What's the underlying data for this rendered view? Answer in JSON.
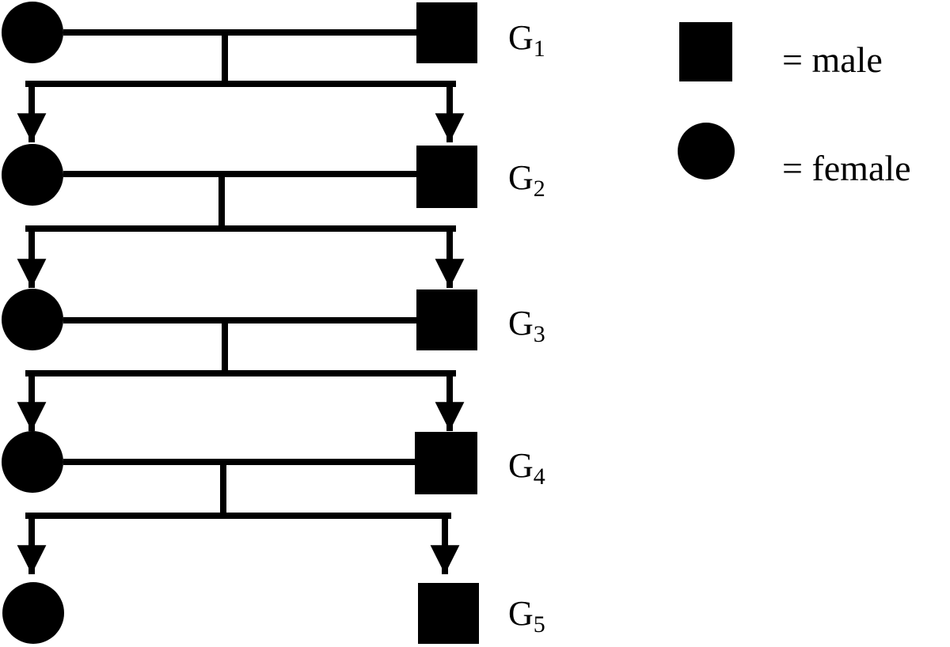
{
  "colors": {
    "ink": "#000000",
    "background": "#ffffff"
  },
  "generations": [
    {
      "letter": "G",
      "index": "1"
    },
    {
      "letter": "G",
      "index": "2"
    },
    {
      "letter": "G",
      "index": "3"
    },
    {
      "letter": "G",
      "index": "4"
    },
    {
      "letter": "G",
      "index": "5"
    }
  ],
  "legend": {
    "male_label": "= male",
    "female_label": "= female"
  }
}
